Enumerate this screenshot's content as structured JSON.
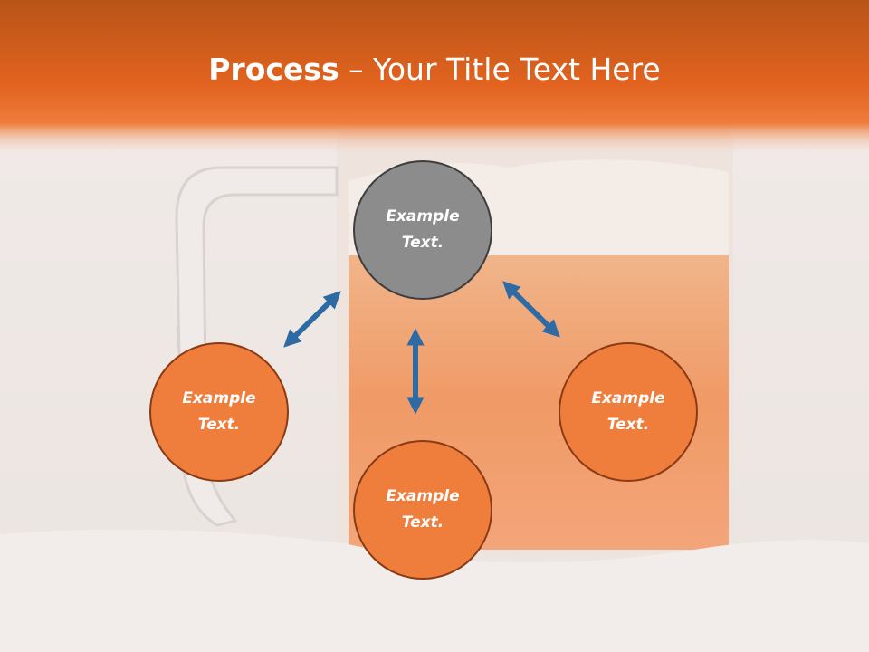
{
  "slide": {
    "title_bold": "Process",
    "title_rest": " – Your Title Text Here"
  },
  "nodes": [
    {
      "label": "Example\nText.",
      "role": "center",
      "color": "#8c8c8c"
    },
    {
      "label": "Example\nText.",
      "role": "left",
      "color": "#ef7e3d"
    },
    {
      "label": "Example\nText.",
      "role": "bottom",
      "color": "#ef7e3d"
    },
    {
      "label": "Example\nText.",
      "role": "right",
      "color": "#ef7e3d"
    }
  ],
  "colors": {
    "header_orange": "#e8662a",
    "circle_orange": "#ef7e3d",
    "circle_gray": "#8c8c8c",
    "arrow_blue": "#2e6aa3"
  }
}
